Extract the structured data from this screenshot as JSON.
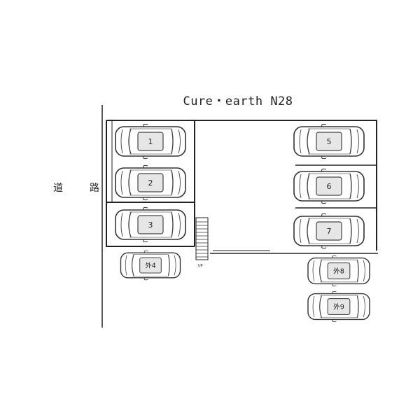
{
  "title": "Cure・earth N28",
  "road": {
    "char1": "道",
    "char2": "路"
  },
  "stairs_label": "UP",
  "spaces": [
    {
      "label": "1"
    },
    {
      "label": "2"
    },
    {
      "label": "3"
    },
    {
      "label": "外4"
    },
    {
      "label": "5"
    },
    {
      "label": "6"
    },
    {
      "label": "7"
    },
    {
      "label": "外8"
    },
    {
      "label": "外9"
    }
  ],
  "icons": {
    "car": "car-top-view-icon",
    "stairs": "stairs-icon"
  }
}
